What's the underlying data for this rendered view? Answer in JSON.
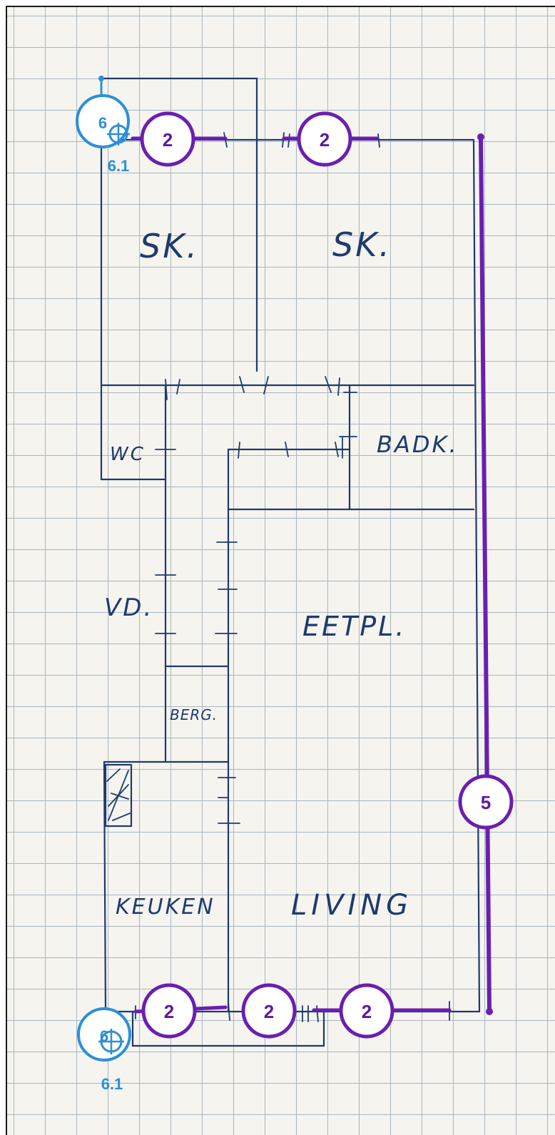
{
  "rooms": {
    "sk_1": "SK.",
    "sk_2": "SK.",
    "badk": "BADK.",
    "wc": "WC",
    "vd": "VD.",
    "eetpl": "EETPL.",
    "berg": "BERG.",
    "keuken": "KEUKEN",
    "living": "LIVING"
  },
  "measurements": {
    "top_left": "2",
    "top_right": "2",
    "right_side": "5",
    "bottom_left": "2",
    "bottom_middle": "2",
    "bottom_right": "2"
  },
  "markers": {
    "top_marker": "6",
    "top_marker_label": "6.1",
    "bottom_marker": "6",
    "bottom_marker_label": "6.1"
  },
  "colors": {
    "ink": "#1e3a6e",
    "measurement_purple": "#6a1fb0",
    "marker_blue": "#2d8fd8",
    "grid_line": "#a9b6bf",
    "paper": "#f5f4ef"
  }
}
